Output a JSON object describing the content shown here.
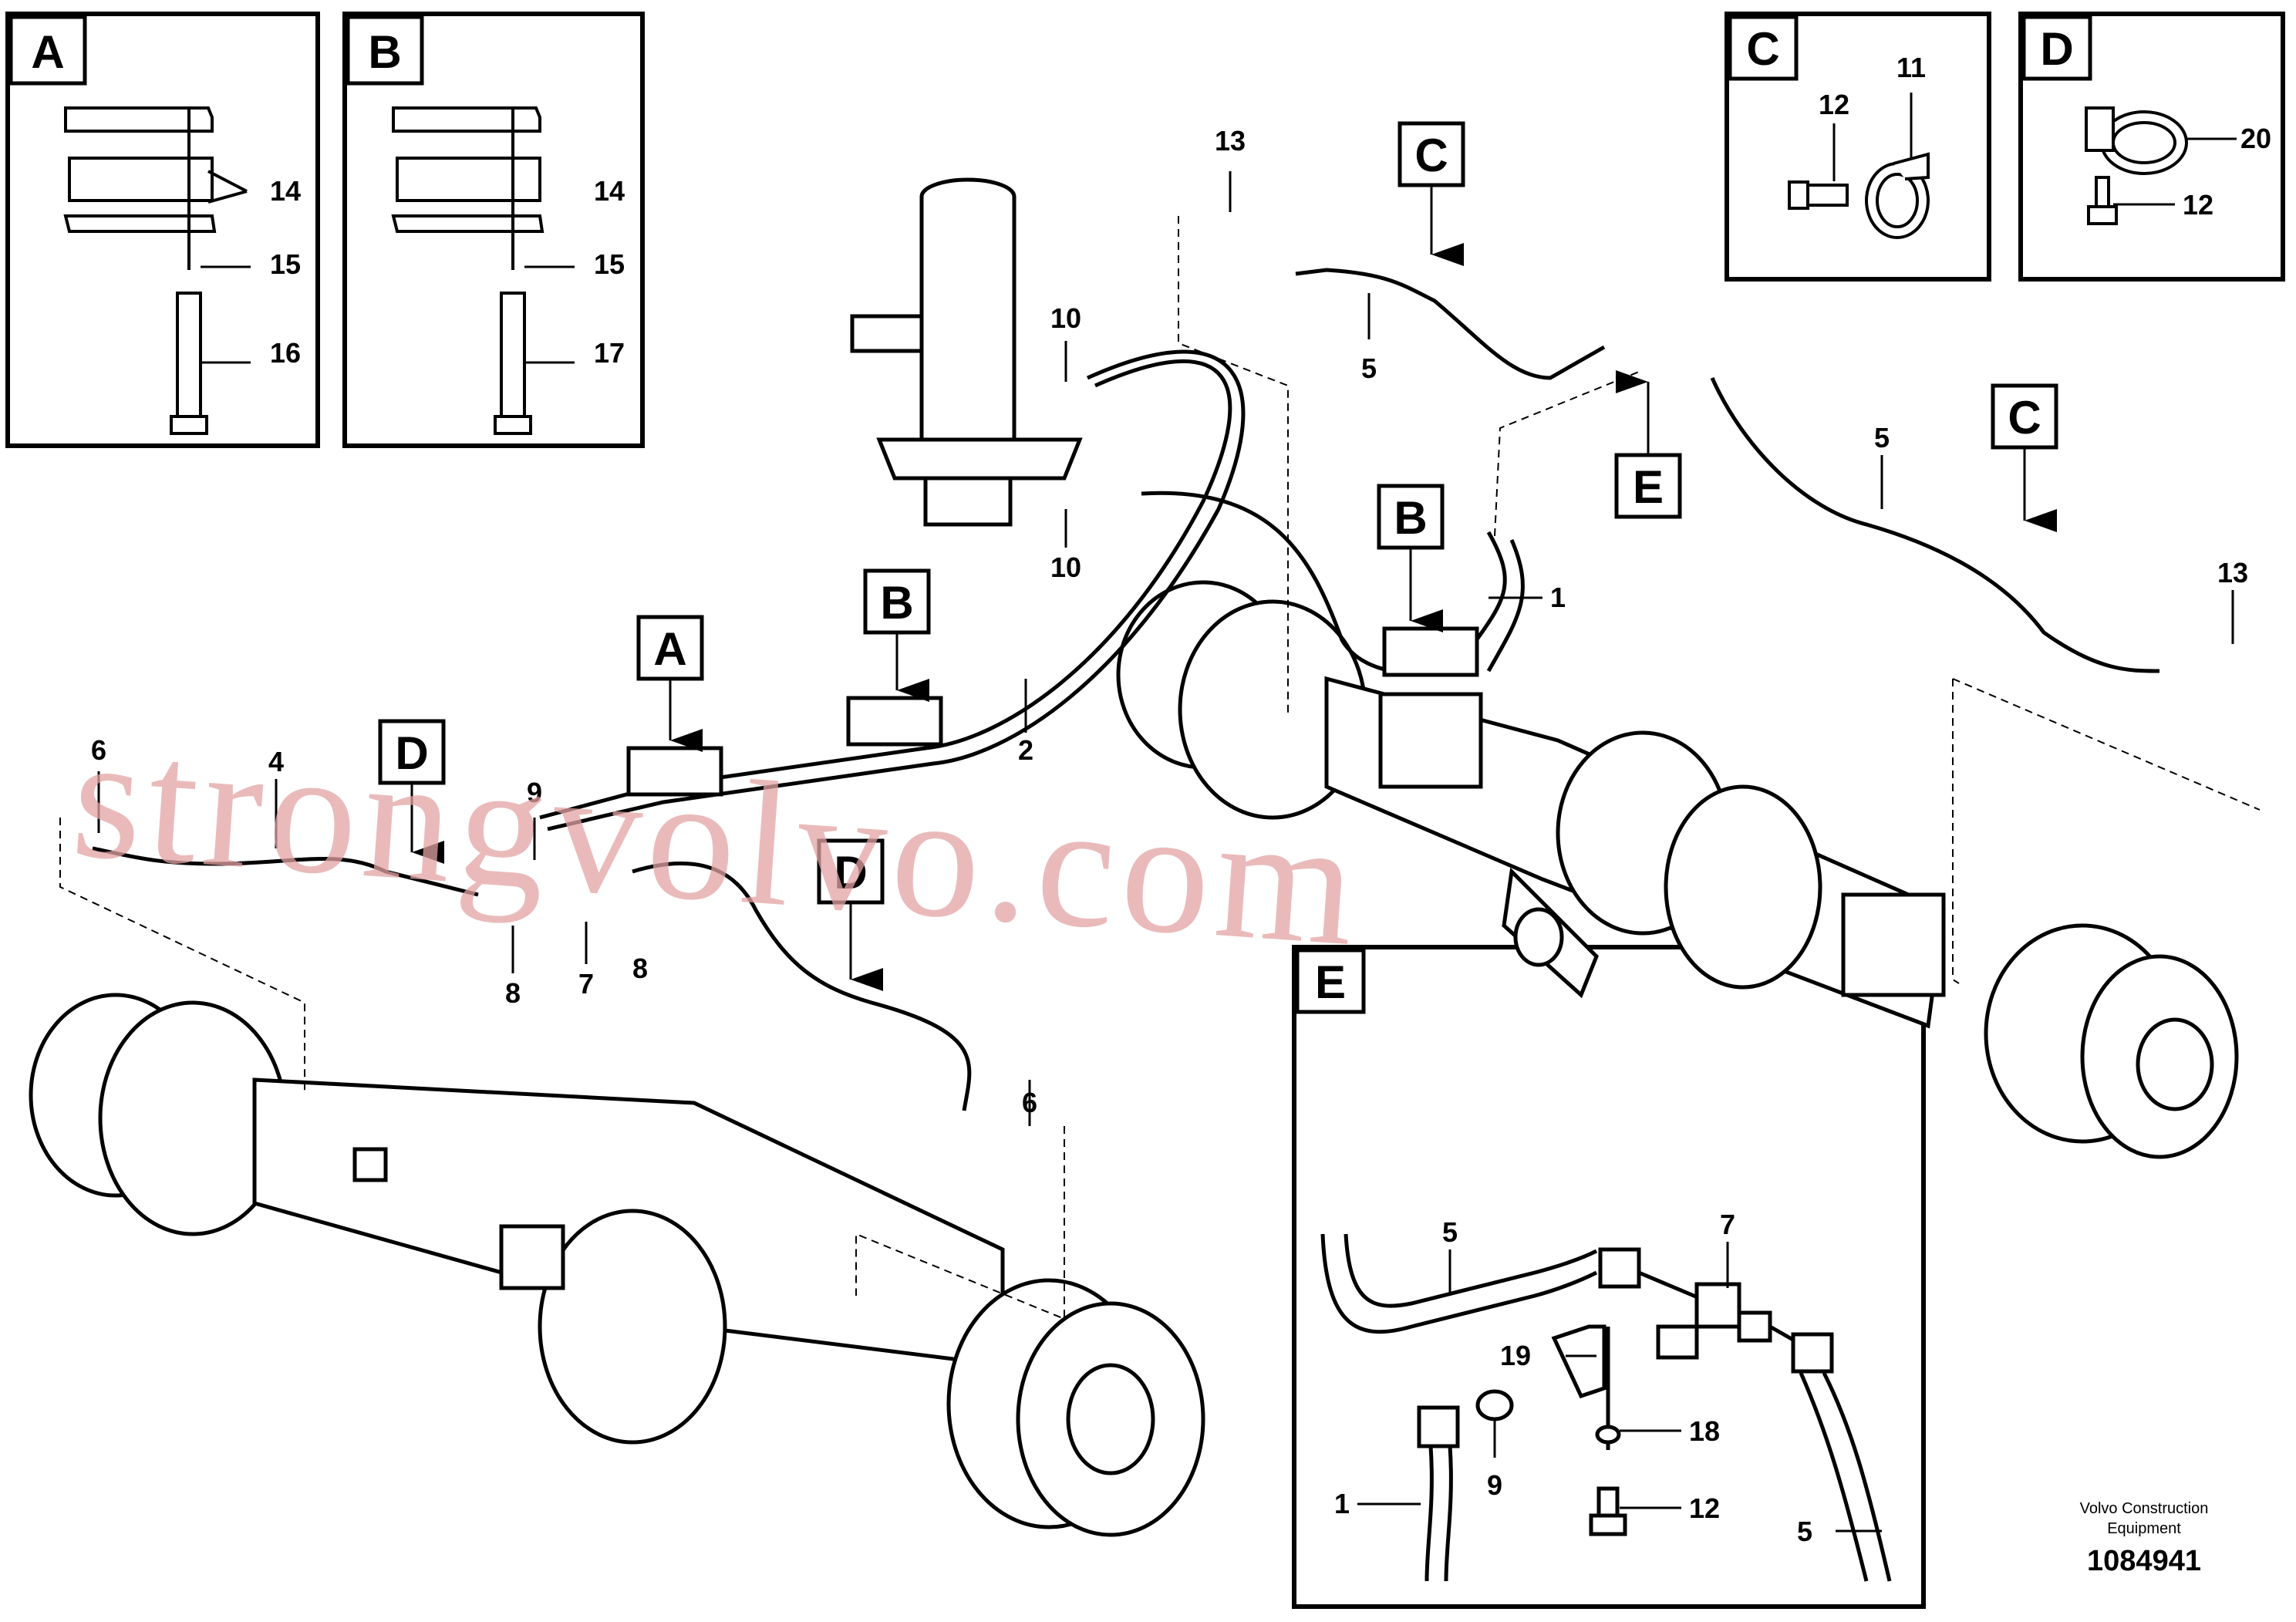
{
  "detail_boxes": [
    {
      "letter": "A",
      "callouts": [
        "14",
        "15",
        "16"
      ]
    },
    {
      "letter": "B",
      "callouts": [
        "14",
        "15",
        "17"
      ]
    },
    {
      "letter": "C",
      "callouts": [
        "12",
        "11"
      ]
    },
    {
      "letter": "D",
      "callouts": [
        "20",
        "12"
      ]
    },
    {
      "letter": "E",
      "callouts": [
        "5",
        "7",
        "19",
        "18",
        "1",
        "9",
        "12",
        "5"
      ]
    }
  ],
  "callouts": [
    "13",
    "10",
    "10",
    "5",
    "1",
    "5",
    "13",
    "2",
    "9",
    "6",
    "4",
    "8",
    "7",
    "8",
    "6"
  ],
  "ref_tags": [
    "C",
    "B",
    "A",
    "B",
    "E",
    "C",
    "D",
    "D"
  ],
  "watermark": "strongvolvo.com",
  "footer": {
    "line1": "Volvo Construction",
    "line2": "Equipment",
    "code": "1084941"
  }
}
